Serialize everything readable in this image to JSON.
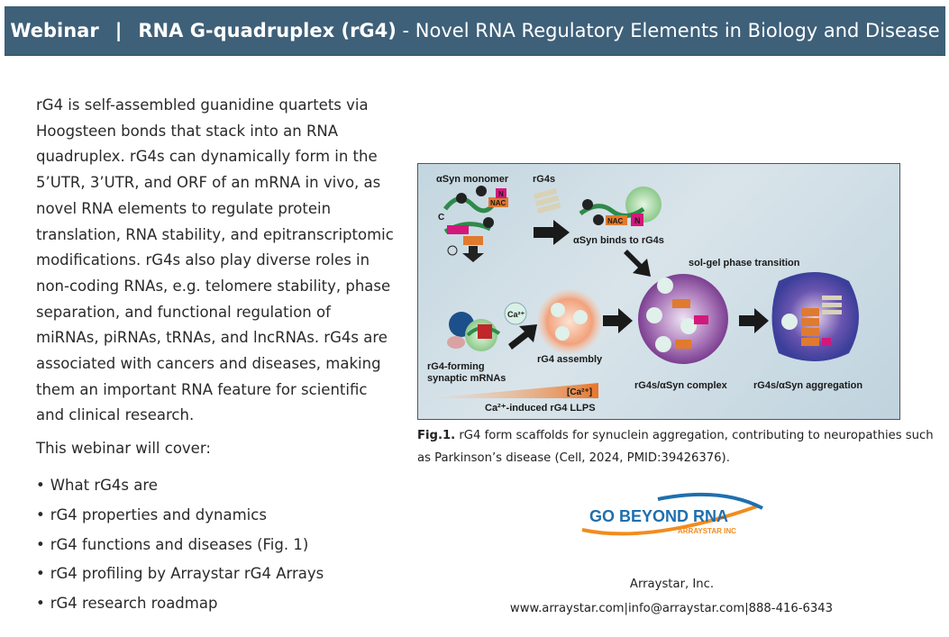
{
  "banner": {
    "prefix": "Webinar",
    "separator": "|",
    "title_bold": "RNA G-quadruplex (rG4)",
    "title_rest": " - Novel RNA Regulatory Elements in Biology and Disease"
  },
  "intro": "rG4 is self-assembled guanidine quartets via Hoogsteen bonds that stack into an RNA quadruplex. rG4s can dynamically form in the 5’UTR, 3’UTR, and ORF of an mRNA in vivo, as novel RNA elements to regulate protein translation, RNA stability, and epitranscriptomic modifications. rG4s also play diverse roles in non-coding RNAs, e.g. telomere stability, phase separation, and functional regulation of miRNAs, piRNAs, tRNAs, and lncRNAs. rG4s are associated with cancers and diseases, making them an important RNA feature for scientific and clinical research.",
  "cover": {
    "title": "This webinar will cover:",
    "bullet": "•",
    "items": [
      "What rG4s are",
      "rG4 properties and dynamics",
      "rG4 functions and diseases (Fig. 1)",
      "rG4 profiling by Arraystar rG4 Arrays",
      "rG4 research roadmap"
    ]
  },
  "figure": {
    "labels": {
      "asyn_monomer": "αSyn monomer",
      "rg4s": "rG4s",
      "asyn_binds": "αSyn binds to rG4s",
      "sol_gel": "sol-gel phase transition",
      "rg4_forming_1": "rG4-forming",
      "rg4_forming_2": "synaptic mRNAs",
      "rg4_assembly": "rG4 assembly",
      "complex": "rG4s/αSyn complex",
      "aggregation": "rG4s/αSyn aggregation",
      "ca": "Ca²⁺",
      "ca_bracket": "[Ca²⁺]",
      "llps": "Ca²⁺-induced rG4 LLPS",
      "nac": "NAC",
      "n": "N",
      "c": "C",
      "minus": "−"
    },
    "colors": {
      "nac": "#e07a2e",
      "n": "#d4177b",
      "green_strand": "#2f8a4a",
      "purple_complex": "#8a4fa0",
      "orange_droplet": "#f0a07a"
    }
  },
  "caption": {
    "fig_label": "Fig.1.",
    "text": " rG4 form scaffolds for synuclein aggregation, contributing to neuropathies such as Parkinson’s disease (Cell, 2024, PMID:39426376)."
  },
  "logo": {
    "main": "GO BEYOND RNA",
    "sub": "ARRAYSTAR INC",
    "colors": {
      "blue": "#1f6fae",
      "orange": "#f28c1e"
    }
  },
  "footer": {
    "company": "Arraystar, Inc.",
    "website": "www.arraystar.com",
    "email": "info@arraystar.com",
    "phone": "888-416-6343",
    "separator": "|"
  }
}
